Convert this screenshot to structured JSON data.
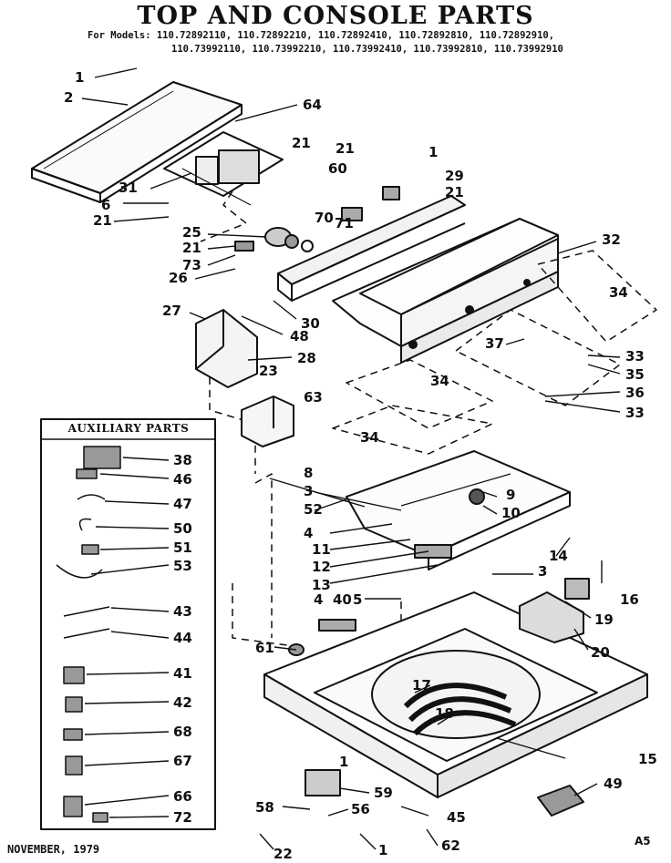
{
  "title": "TOP AND CONSOLE PARTS",
  "models_line1": "For Models: 110.72892110, 110.72892210, 110.72892410, 110.72892810, 110.72892910,",
  "models_line2": "110.73992110, 110.73992210, 110.73992410, 110.73992810, 110.73992910",
  "auxiliary_title": "AUXILIARY PARTS",
  "footer_date": "NOVEMBER, 1979",
  "footer_code": "A5",
  "colors": {
    "ink": "#111111",
    "paper": "#ffffff"
  },
  "callouts": [
    "1",
    "2",
    "64",
    "21",
    "21",
    "1",
    "60",
    "29",
    "21",
    "31",
    "6",
    "21",
    "70",
    "71",
    "25",
    "21",
    "73",
    "26",
    "32",
    "34",
    "27",
    "30",
    "48",
    "28",
    "37",
    "33",
    "35",
    "36",
    "23",
    "63",
    "34",
    "33",
    "34",
    "8",
    "9",
    "10",
    "3",
    "52",
    "4",
    "11",
    "12",
    "13",
    "3",
    "14",
    "16",
    "4",
    "40",
    "5",
    "19",
    "61",
    "20",
    "17",
    "18",
    "15",
    "49",
    "1",
    "59",
    "58",
    "56",
    "45",
    "22",
    "62",
    "1"
  ],
  "aux_callouts": [
    "38",
    "46",
    "47",
    "50",
    "51",
    "53",
    "43",
    "44",
    "41",
    "42",
    "68",
    "67",
    "66",
    "72"
  ]
}
